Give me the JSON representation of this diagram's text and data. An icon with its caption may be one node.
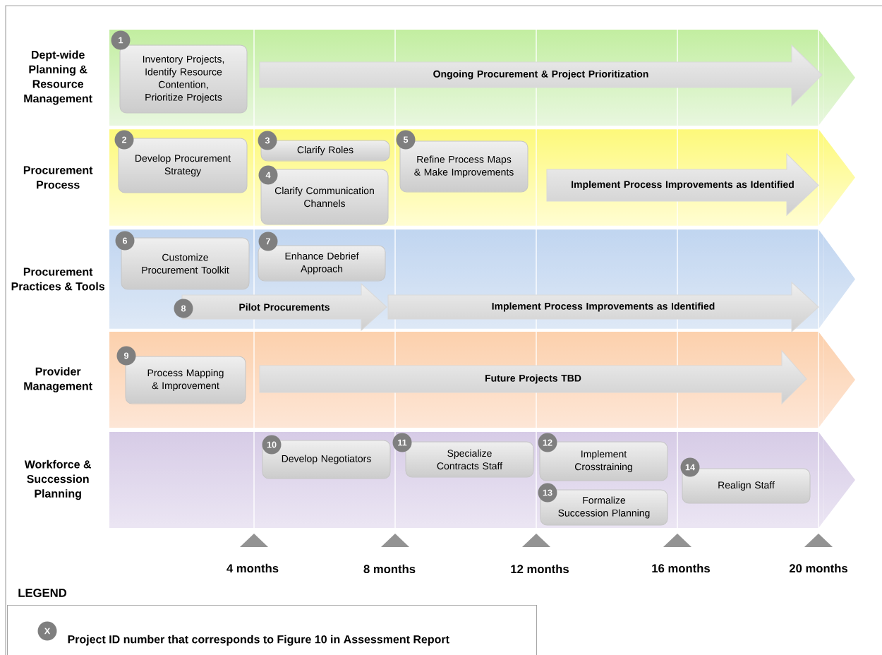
{
  "diagram": {
    "nodes": [
      {
        "text": [
          "Dept-wide Planning & Resource Management"
        ]
      },
      {
        "text": [
          "1"
        ],
        "in": 0
      },
      {
        "text": [
          "Inventory Projects, Identify Resource Contention, Prioritize Projects"
        ],
        "in": 0
      },
      {
        "text": [
          "Ongoing Procurement & Project Prioritization"
        ],
        "in": 0
      },
      {
        "text": [
          "Procurement Process"
        ]
      },
      {
        "text": [
          "2"
        ],
        "in": 4
      },
      {
        "text": [
          "Develop Procurement Strategy"
        ],
        "in": 4
      },
      {
        "text": [
          "3"
        ],
        "in": 4
      },
      {
        "text": [
          "Clarify Roles"
        ],
        "in": 4
      },
      {
        "text": [
          "4"
        ],
        "in": 4
      },
      {
        "text": [
          "Clarify Communication Channels"
        ],
        "in": 4
      },
      {
        "text": [
          "5"
        ],
        "in": 4
      },
      {
        "text": [
          "Refine Process Maps & Make Improvements"
        ],
        "in": 4
      },
      {
        "text": [
          "Implement Process Improvements as Identified"
        ],
        "in": 4
      },
      {
        "text": [
          "Procurement Practices & Tools"
        ]
      },
      {
        "text": [
          "6"
        ],
        "in": 14
      },
      {
        "text": [
          "Customize Procurement Toolkit"
        ],
        "in": 14
      },
      {
        "text": [
          "7"
        ],
        "in": 14
      },
      {
        "text": [
          "Enhance Debrief Approach"
        ],
        "in": 14
      },
      {
        "text": [
          "8"
        ],
        "in": 14
      },
      {
        "text": [
          "Pilot Procurements"
        ],
        "in": 14
      },
      {
        "text": [
          "Implement Process Improvements as Identified"
        ],
        "in": 14
      },
      {
        "text": [
          "Provider Management"
        ]
      },
      {
        "text": [
          "9"
        ],
        "in": 22
      },
      {
        "text": [
          "Process Mapping & Improvement"
        ],
        "in": 22
      },
      {
        "text": [
          "Future Projects TBD"
        ],
        "in": 22
      },
      {
        "text": [
          "Workforce & Succession Planning"
        ]
      },
      {
        "text": [
          "10"
        ],
        "in": 26
      },
      {
        "text": [
          "Develop Negotiators"
        ],
        "in": 26
      },
      {
        "text": [
          "11"
        ],
        "in": 26
      },
      {
        "text": [
          "Specialize Contracts Staff"
        ],
        "in": 26
      },
      {
        "text": [
          "12"
        ],
        "in": 26
      },
      {
        "text": [
          "Implement Crosstraining"
        ],
        "in": 26
      },
      {
        "text": [
          "13"
        ],
        "in": 26
      },
      {
        "text": [
          "Formalize Succession Planning"
        ],
        "in": 26
      },
      {
        "text": [
          "14"
        ],
        "in": 26
      },
      {
        "text": [
          "Realign Staff"
        ],
        "in": 26
      },
      {
        "text": [
          "Project ID number that corresponds to Figure 10 in Assessment Report"
        ]
      },
      {
        "text": [
          "X"
        ],
        "in": 37
      }
    ],
    "labels": [
      "4 months",
      "8 months",
      "12 months",
      "16 months",
      "20 months",
      "LEGEND"
    ]
  }
}
